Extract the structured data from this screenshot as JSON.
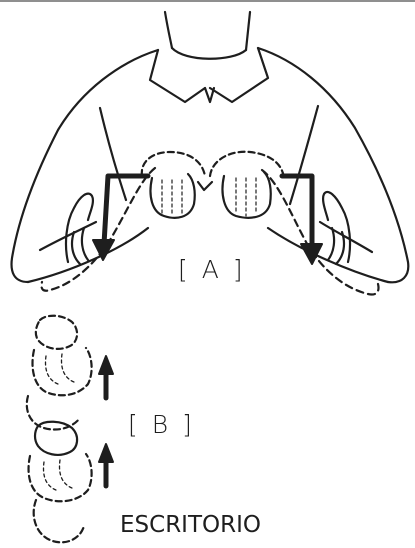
{
  "panel_a": {
    "label": "[ A ]"
  },
  "panel_b": {
    "label": "[ B ]"
  },
  "caption": "ESCRITORIO",
  "colors": {
    "ink": "#1e1e1e",
    "rule": "#8f8f8f",
    "background": "#ffffff"
  },
  "icons": [
    "signer-figure",
    "hand-shape",
    "movement-arrow-icon",
    "up-arrow-icon"
  ]
}
